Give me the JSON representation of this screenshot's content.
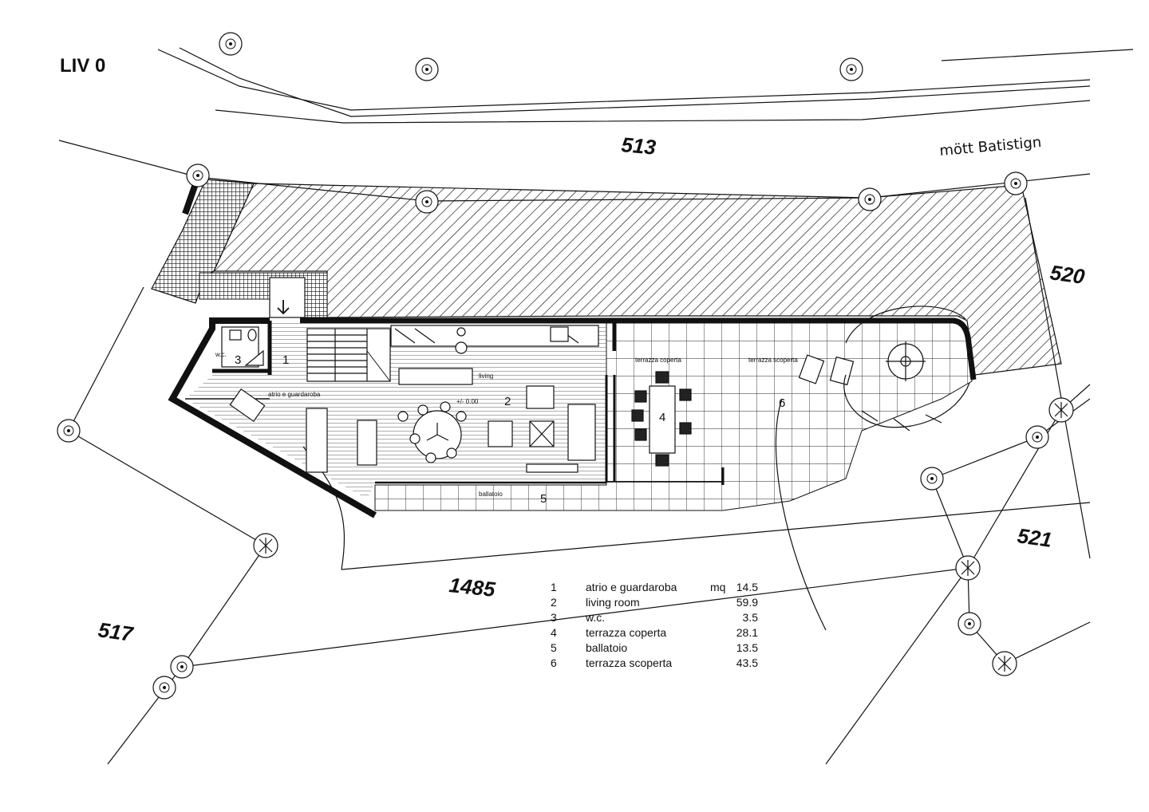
{
  "title": "LIV 0",
  "street": "mött Batistign",
  "parcels": [
    "513",
    "520",
    "521",
    "1485",
    "517"
  ],
  "room_labels": {
    "atrio": "atrio e guardaroba",
    "wc": "w.c.",
    "living": "living",
    "terrazza_coperta": "terrazza coperta",
    "terrazza_scoperta": "terrazza scoperta",
    "ballatoio": "ballatoio",
    "level": "+/- 0.00"
  },
  "room_numbers": [
    "1",
    "2",
    "3",
    "4",
    "5",
    "6"
  ],
  "legend": {
    "unit": "mq",
    "rows": [
      {
        "num": "1",
        "name": "atrio e guardaroba",
        "area": "14.5"
      },
      {
        "num": "2",
        "name": "living room",
        "area": "59.9"
      },
      {
        "num": "3",
        "name": "w.c.",
        "area": "3.5"
      },
      {
        "num": "4",
        "name": "terrazza coperta",
        "area": "28.1"
      },
      {
        "num": "5",
        "name": "ballatoio",
        "area": "13.5"
      },
      {
        "num": "6",
        "name": "terrazza scoperta",
        "area": "43.5"
      }
    ]
  },
  "colors": {
    "ink": "#111111",
    "paper": "#ffffff"
  }
}
